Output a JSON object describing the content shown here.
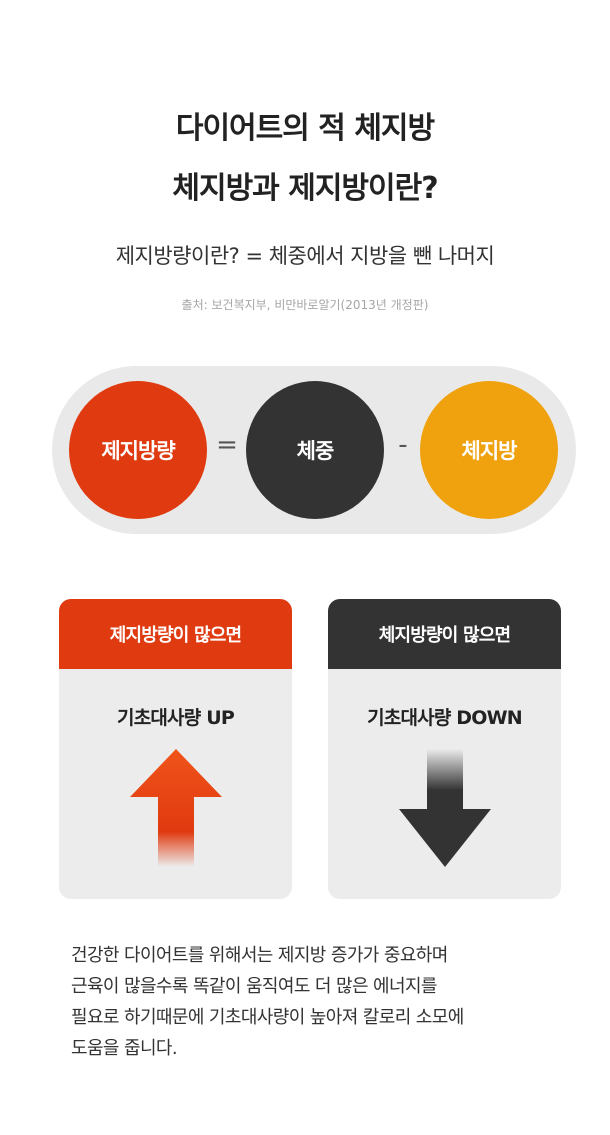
{
  "title": {
    "line1": "다이어트의 적 체지방",
    "line2": "체지방과 제지방이란?"
  },
  "subtitle": "제지방량이란? = 체중에서 지방을 뺀 나머지",
  "source": "출처: 보건복지부, 비만바로알기(2013년 개정판)",
  "formula": {
    "term1": "제지방량",
    "equals": "=",
    "term2": "체중",
    "minus": "-",
    "term3": "체지방",
    "colors": {
      "term1": "#e03a10",
      "term2": "#333333",
      "term3": "#f0a10e"
    }
  },
  "cards": {
    "left": {
      "header": "제지방량이 많으면",
      "label": "기초대사량 UP",
      "icon": "arrow-up-icon",
      "color": "#e03a10"
    },
    "right": {
      "header": "체지방량이 많으면",
      "label": "기초대사량 DOWN",
      "icon": "arrow-down-icon",
      "color": "#333333"
    }
  },
  "body": {
    "lines": [
      "건강한 다이어트를 위해서는 제지방 증가가 중요하며",
      "근육이 많을수록 똑같이 움직여도 더 많은 에너지를",
      "필요로 하기때문에 기초대사량이 높아져 칼로리 소모에",
      "도움을 줍니다."
    ]
  }
}
